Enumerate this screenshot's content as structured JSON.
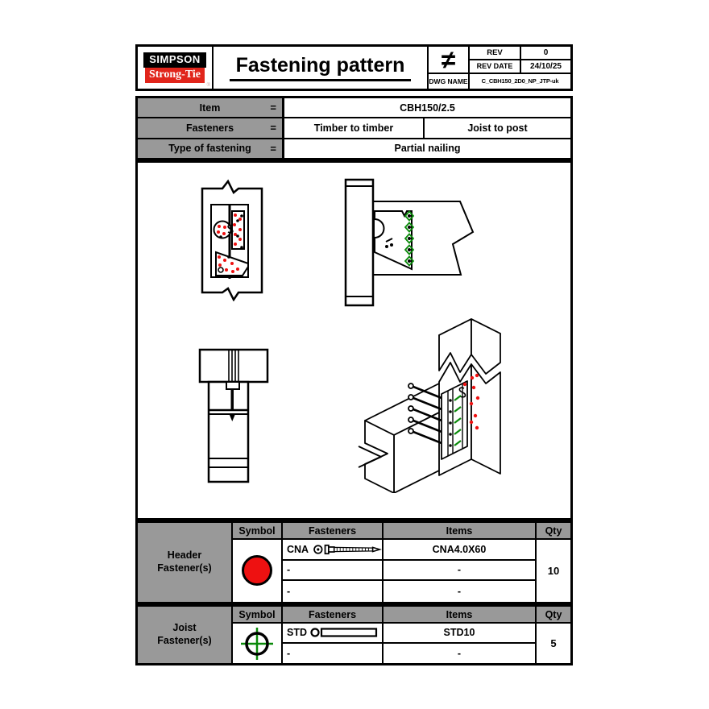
{
  "colors": {
    "logo_red": "#e1251b",
    "header_fastener_red": "#ee1111",
    "joist_fastener_green": "#0a8a0a",
    "table_gray": "#999999"
  },
  "header": {
    "logo_line1": "SIMPSON",
    "logo_line2": "Strong-Tie",
    "logo_reg": "®",
    "title": "Fastening pattern",
    "revision_symbol": "≠",
    "rev_label": "REV",
    "rev_value": "0",
    "rev_date_label": "REV DATE",
    "rev_date_value": "24/10/25",
    "dwg_name_label": "DWG NAME",
    "dwg_name_value": "C_CBH150_2D0_NP_JTP-uk"
  },
  "info": {
    "equals": "=",
    "item": {
      "label": "Item",
      "value": "CBH150/2.5"
    },
    "fasteners": {
      "label": "Fasteners",
      "value_left": "Timber to timber",
      "value_right": "Joist to post"
    },
    "type": {
      "label": "Type of fastening",
      "value": "Partial nailing"
    }
  },
  "drawings": {
    "front_view_icon": "cbh-hanger-front-view",
    "side_view_icon": "cbh-hanger-side-view",
    "section_view_icon": "cbh-hanger-section-view",
    "isometric_view_icon": "cbh-hanger-isometric-view"
  },
  "header_fasteners_table": {
    "row_label_line1": "Header",
    "row_label_line2": "Fastener(s)",
    "col_symbol": "Symbol",
    "col_fasteners": "Fasteners",
    "col_items": "Items",
    "col_qty": "Qty",
    "symbol_icon": "red-circle-symbol",
    "rows": [
      {
        "fastener_code": "CNA",
        "fastener_icon": "ring-shank-nail-icon",
        "item": "CNA4.0X60"
      },
      {
        "fastener_code": "-",
        "item": "-"
      },
      {
        "fastener_code": "-",
        "item": "-"
      }
    ],
    "qty": "10"
  },
  "joist_fasteners_table": {
    "row_label_line1": "Joist",
    "row_label_line2": "Fastener(s)",
    "col_symbol": "Symbol",
    "col_fasteners": "Fasteners",
    "col_items": "Items",
    "col_qty": "Qty",
    "symbol_icon": "green-crosshair-symbol",
    "rows": [
      {
        "fastener_code": "STD",
        "fastener_icon": "smooth-dowel-icon",
        "item": "STD10"
      },
      {
        "fastener_code": "-",
        "item": "-"
      }
    ],
    "qty": "5"
  }
}
